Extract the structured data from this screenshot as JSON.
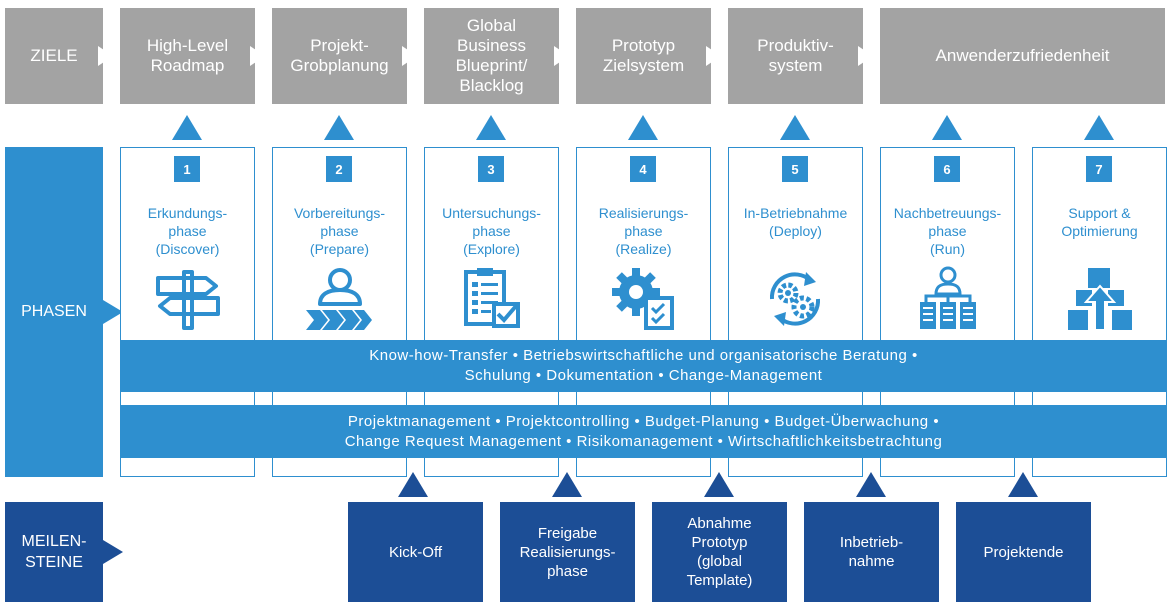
{
  "goals": {
    "label": "ZIELE",
    "items": [
      "High-Level\nRoadmap",
      "Projekt-\nGrobplanung",
      "Global\nBusiness\nBlueprint/\nBlacklog",
      "Prototyp\nZielsystem",
      "Produktiv-\nsystem",
      "Anwenderzufriedenheit"
    ]
  },
  "phases": {
    "label": "PHASEN",
    "items": [
      {
        "number": "1",
        "label": "Erkundungs-\nphase\n(Discover)",
        "icon": "signpost-icon"
      },
      {
        "number": "2",
        "label": "Vorbereitungs-\nphase\n(Prepare)",
        "icon": "person-arrows-icon"
      },
      {
        "number": "3",
        "label": "Untersuchungs-\nphase\n(Explore)",
        "icon": "clipboard-check-icon"
      },
      {
        "number": "4",
        "label": "Realisierungs-\nphase\n(Realize)",
        "icon": "gear-checklist-icon"
      },
      {
        "number": "5",
        "label": "In-Betriebnahme\n(Deploy)",
        "icon": "gears-cycle-icon"
      },
      {
        "number": "6",
        "label": "Nachbetreuungs-\nphase\n(Run)",
        "icon": "person-servers-icon"
      },
      {
        "number": "7",
        "label": "Support &\nOptimierung",
        "icon": "boxes-arrow-icon"
      }
    ],
    "band1": "Know-how-Transfer • Betriebswirtschaftliche und organisatorische Beratung •\nSchulung • Dokumentation • Change-Management",
    "band2": "Projektmanagement • Projektcontrolling • Budget-Planung • Budget-Überwachung •\nChange Request Management • Risikomanagement • Wirtschaftlichkeitsbetrachtung"
  },
  "milestones": {
    "label": "MEILEN-\nSTEINE",
    "items": [
      "Kick-Off",
      "Freigabe\nRealisierungs-\nphase",
      "Abnahme\nPrototyp\n(global\nTemplate)",
      "Inbetrieb-\nnahme",
      "Projektende"
    ]
  },
  "colors": {
    "gray": "#a3a3a3",
    "blue": "#2e8fcf",
    "dark_blue": "#1c4e96"
  }
}
